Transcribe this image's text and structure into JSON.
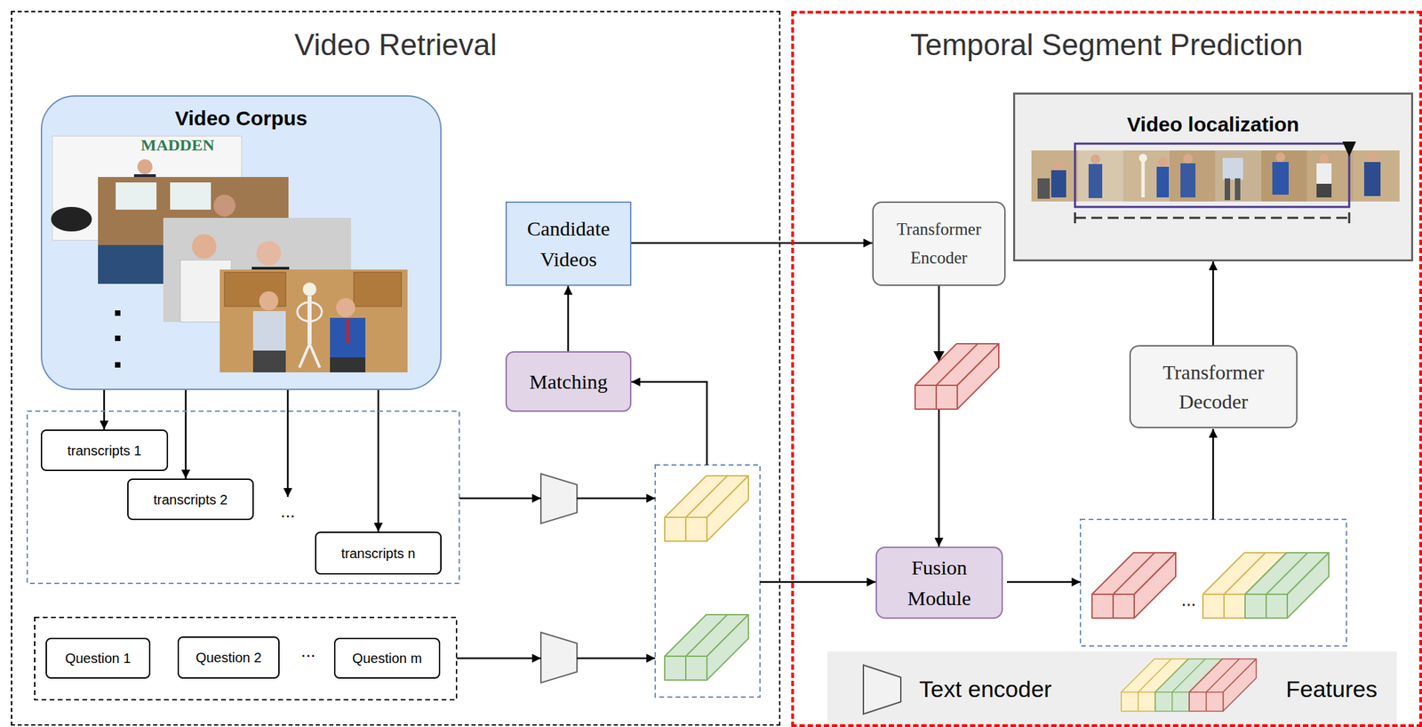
{
  "diagram": {
    "nodes": [
      {
        "text": [
          "Video Retrieval"
        ]
      },
      {
        "text": [
          "Video Corpus"
        ],
        "in": 0
      },
      {
        "text": [
          "transcripts 1"
        ],
        "in": 0
      },
      {
        "text": [
          "transcripts 2"
        ],
        "in": 0
      },
      {
        "text": [
          "transcripts n"
        ],
        "in": 0
      },
      {
        "text": [
          "Question 1"
        ],
        "in": 0
      },
      {
        "text": [
          "Question 2"
        ],
        "in": 0
      },
      {
        "text": [
          "Question m"
        ],
        "in": 0
      },
      {
        "text": [
          "Matching"
        ],
        "in": 0
      },
      {
        "text": [
          "Candidate Videos"
        ],
        "in": 0
      },
      {
        "text": [
          "Temporal Segment Prediction"
        ]
      },
      {
        "text": [
          "Transformer Encoder"
        ],
        "in": 10
      },
      {
        "text": [
          "Fusion Module"
        ],
        "in": 10
      },
      {
        "text": [
          "Transformer Decoder"
        ],
        "in": 10
      },
      {
        "text": [
          "Video localization"
        ],
        "in": 10
      }
    ],
    "edges": [
      {
        "from": 1,
        "to": 2,
        "arrow": "to"
      },
      {
        "from": 1,
        "to": 3,
        "arrow": "to"
      },
      {
        "from": 1,
        "to": 4,
        "arrow": "to"
      },
      {
        "from": 8,
        "to": 9,
        "arrow": "to"
      },
      {
        "from": 9,
        "to": 11,
        "arrow": "to"
      },
      {
        "from": 11,
        "to": 12,
        "arrow": "to"
      },
      {
        "from": 13,
        "to": 14,
        "arrow": "to"
      }
    ],
    "labels": [
      "MADDEN",
      "...",
      "...",
      "..."
    ],
    "legend": [
      {
        "text": "Text encoder"
      },
      {
        "text": "Features"
      }
    ]
  }
}
